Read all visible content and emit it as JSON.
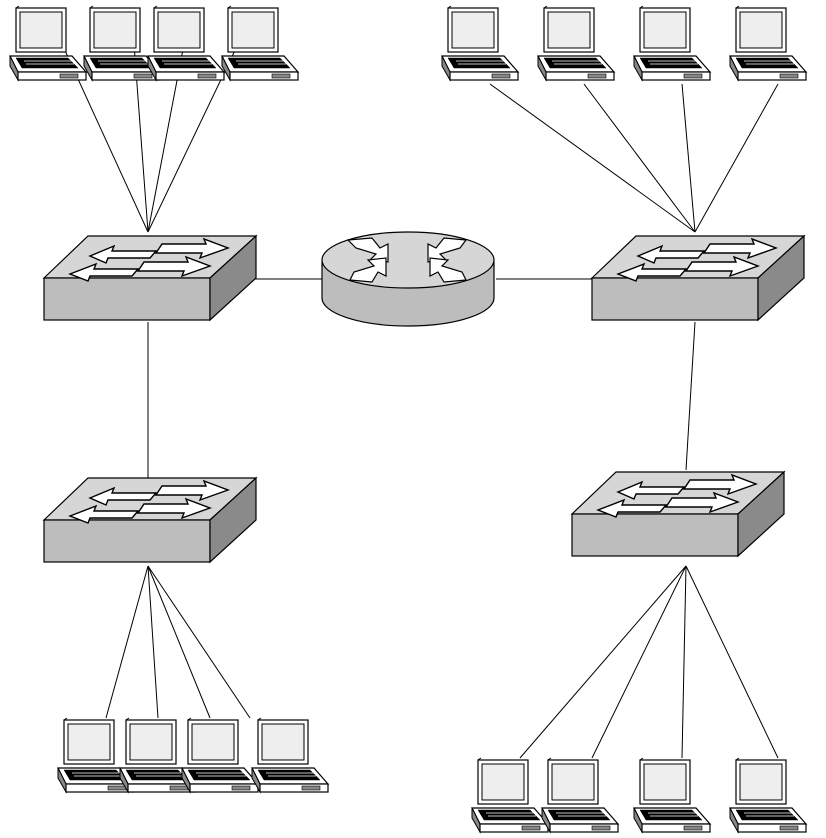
{
  "diagram": {
    "kind": "network-topology",
    "router": {
      "icon": "router-icon",
      "id": "router"
    },
    "switches": [
      {
        "id": "switch-top-left",
        "icon": "switch-icon"
      },
      {
        "id": "switch-bottom-left",
        "icon": "switch-icon"
      },
      {
        "id": "switch-top-right",
        "icon": "switch-icon"
      },
      {
        "id": "switch-bottom-right",
        "icon": "switch-icon"
      }
    ],
    "laptop_groups": [
      {
        "id": "laptops-top-left",
        "count": 4,
        "connected_to": "switch-top-left"
      },
      {
        "id": "laptops-bottom-left",
        "count": 4,
        "connected_to": "switch-bottom-left"
      },
      {
        "id": "laptops-top-right",
        "count": 4,
        "connected_to": "switch-top-right"
      },
      {
        "id": "laptops-bottom-right",
        "count": 4,
        "connected_to": "switch-bottom-right"
      }
    ],
    "links": [
      [
        "router",
        "switch-top-left"
      ],
      [
        "router",
        "switch-top-right"
      ],
      [
        "switch-top-left",
        "switch-bottom-left"
      ],
      [
        "switch-top-right",
        "switch-bottom-right"
      ]
    ],
    "colors": {
      "line": "#000000",
      "device_face": "#bdbdbd",
      "device_side": "#8a8a8a",
      "device_top": "#d6d6d6",
      "screen": "#eeeeee"
    }
  }
}
